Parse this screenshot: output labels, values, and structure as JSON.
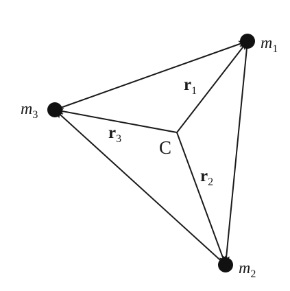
{
  "diagram": {
    "colors": {
      "ink": "#1a1a1a",
      "mass": "#111111",
      "background": "#ffffff"
    },
    "center": {
      "label": "C"
    },
    "masses": [
      {
        "id": "m1",
        "base": "m",
        "sub": "1"
      },
      {
        "id": "m2",
        "base": "m",
        "sub": "2"
      },
      {
        "id": "m3",
        "base": "m",
        "sub": "3"
      }
    ],
    "vectors": [
      {
        "id": "r1",
        "base": "r",
        "sub": "1",
        "to": "m1"
      },
      {
        "id": "r2",
        "base": "r",
        "sub": "2",
        "to": "m2"
      },
      {
        "id": "r3",
        "base": "r",
        "sub": "3",
        "to": "m3"
      }
    ],
    "edges": [
      {
        "from": "m3",
        "to": "m1"
      },
      {
        "from": "m1",
        "to": "m2"
      },
      {
        "from": "m2",
        "to": "m3"
      }
    ]
  }
}
